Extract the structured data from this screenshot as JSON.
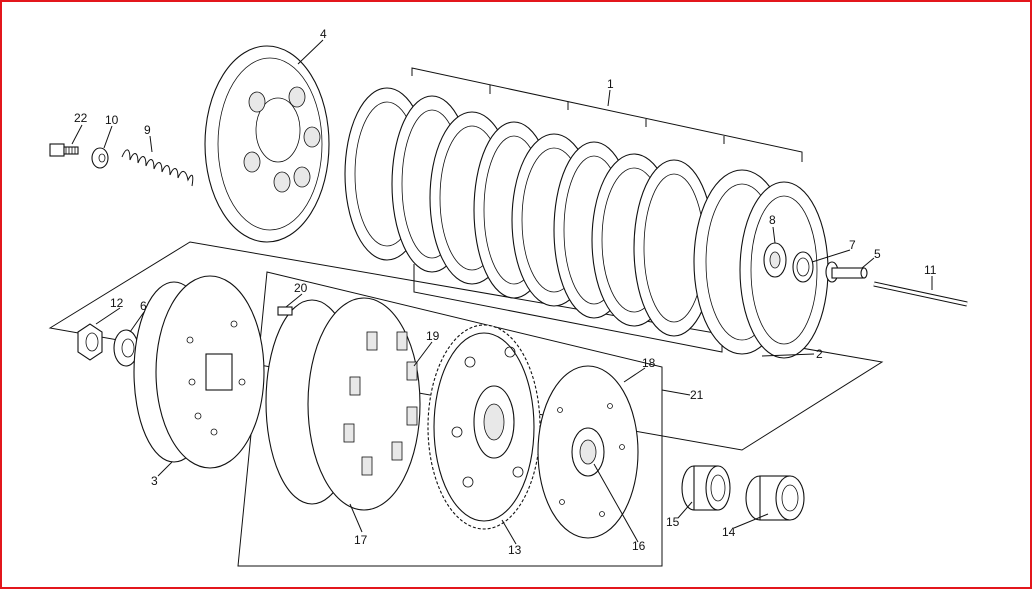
{
  "frame": {
    "border_color": "#e3161c"
  },
  "diagram": {
    "callouts": [
      {
        "id": "c1",
        "text": "1"
      },
      {
        "id": "c2",
        "text": "2"
      },
      {
        "id": "c3",
        "text": "3"
      },
      {
        "id": "c4",
        "text": "4"
      },
      {
        "id": "c5",
        "text": "5"
      },
      {
        "id": "c6",
        "text": "6"
      },
      {
        "id": "c7",
        "text": "7"
      },
      {
        "id": "c8",
        "text": "8"
      },
      {
        "id": "c9",
        "text": "9"
      },
      {
        "id": "c10",
        "text": "10"
      },
      {
        "id": "c11",
        "text": "11"
      },
      {
        "id": "c12",
        "text": "12"
      },
      {
        "id": "c13",
        "text": "13"
      },
      {
        "id": "c14",
        "text": "14"
      },
      {
        "id": "c15",
        "text": "15"
      },
      {
        "id": "c16",
        "text": "16"
      },
      {
        "id": "c17",
        "text": "17"
      },
      {
        "id": "c18",
        "text": "18"
      },
      {
        "id": "c19",
        "text": "19"
      },
      {
        "id": "c20",
        "text": "20"
      },
      {
        "id": "c21",
        "text": "21"
      },
      {
        "id": "c22",
        "text": "22"
      }
    ]
  }
}
